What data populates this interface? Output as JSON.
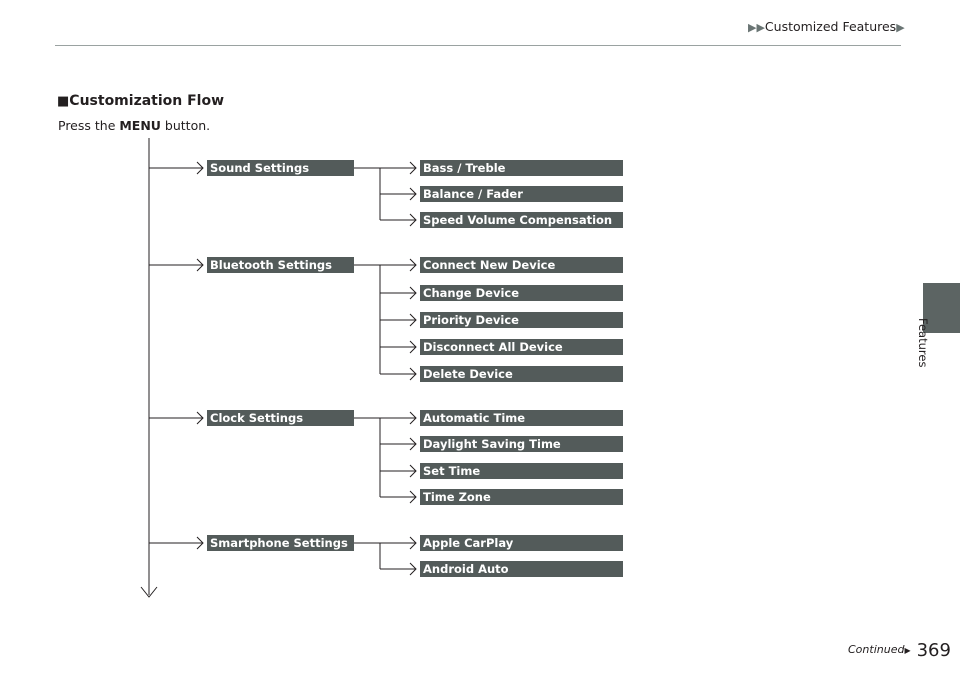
{
  "header": {
    "title": "Customized Features"
  },
  "side_tab": {
    "label": "Features"
  },
  "section": {
    "title": "Customization Flow"
  },
  "intro": {
    "prefix": "Press the ",
    "button": "MENU",
    "suffix": " button."
  },
  "flow": [
    {
      "label": "Sound Settings",
      "children": [
        "Bass / Treble",
        "Balance / Fader",
        "Speed Volume Compensation"
      ]
    },
    {
      "label": "Bluetooth Settings",
      "children": [
        "Connect New Device",
        "Change Device",
        "Priority Device",
        "Disconnect All Device",
        "Delete Device"
      ]
    },
    {
      "label": "Clock Settings",
      "children": [
        "Automatic Time",
        "Daylight Saving Time",
        "Set Time",
        "Time Zone"
      ]
    },
    {
      "label": "Smartphone Settings",
      "children": [
        "Apple CarPlay",
        "Android Auto"
      ]
    }
  ],
  "footer": {
    "continued": "Continued",
    "page_number": "369"
  },
  "colors": {
    "bar": "#535b5a",
    "line": "#231f20",
    "tab": "#5c6463",
    "accent": "#6a7574"
  }
}
